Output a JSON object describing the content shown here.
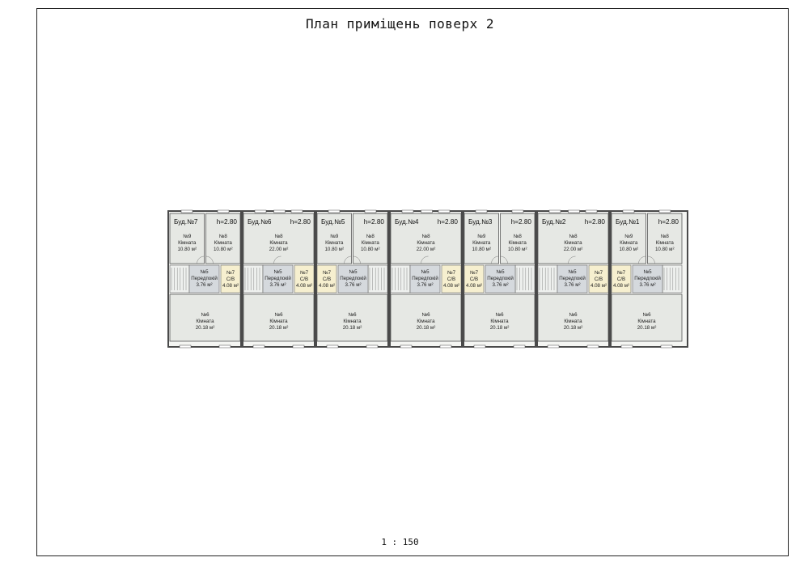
{
  "title": "План приміщень поверх 2",
  "scale": "1 : 150",
  "room_kind": "Кімната",
  "corridor_kind": "Передпокій",
  "bath_kind": "С/В",
  "colors": {
    "room": "#e6e8e4",
    "bath": "#f6efcf",
    "corridor": "#d5d9dd",
    "wall": "#4a4a4a"
  },
  "buildings": [
    {
      "id": "Буд.№7",
      "h": "h=2.80",
      "layout": "A",
      "top": [
        {
          "no": "№9",
          "kind": "Кімната",
          "area": "10.80 м²"
        },
        {
          "no": "№8",
          "kind": "Кімната",
          "area": "10.80 м²"
        }
      ],
      "corridor": {
        "no": "№5",
        "kind": "Передпокій",
        "area": "3.76 м²"
      },
      "bath": {
        "no": "№7",
        "kind": "С/В",
        "area": "4.08 м²"
      },
      "bottom": {
        "no": "№6",
        "kind": "Кімната",
        "area": "20.18 м²"
      }
    },
    {
      "id": "Буд.№6",
      "h": "h=2.80",
      "layout": "A",
      "top": [
        {
          "no": "№8",
          "kind": "Кімната",
          "area": "22.00 м²"
        }
      ],
      "corridor": {
        "no": "№5",
        "kind": "Передпокій",
        "area": "3.76 м²"
      },
      "bath": {
        "no": "№7",
        "kind": "С/В",
        "area": "4.08 м²"
      },
      "bottom": {
        "no": "№6",
        "kind": "Кімната",
        "area": "20.18 м²"
      }
    },
    {
      "id": "Буд.№5",
      "h": "h=2.80",
      "layout": "B",
      "top": [
        {
          "no": "№9",
          "kind": "Кімната",
          "area": "10.80 м²"
        },
        {
          "no": "№8",
          "kind": "Кімната",
          "area": "10.80 м²"
        }
      ],
      "corridor": {
        "no": "№5",
        "kind": "Передпокій",
        "area": "3.76 м²"
      },
      "bath": {
        "no": "№7",
        "kind": "С/В",
        "area": "4.08 м²"
      },
      "bottom": {
        "no": "№6",
        "kind": "Кімната",
        "area": "20.18 м²"
      }
    },
    {
      "id": "Буд.№4",
      "h": "h=2.80",
      "layout": "A",
      "top": [
        {
          "no": "№8",
          "kind": "Кімната",
          "area": "22.00 м²"
        }
      ],
      "corridor": {
        "no": "№5",
        "kind": "Передпокій",
        "area": "3.76 м²"
      },
      "bath": {
        "no": "№7",
        "kind": "С/В",
        "area": "4.08 м²"
      },
      "bottom": {
        "no": "№6",
        "kind": "Кімната",
        "area": "20.18 м²"
      }
    },
    {
      "id": "Буд.№3",
      "h": "h=2.80",
      "layout": "B",
      "top": [
        {
          "no": "№9",
          "kind": "Кімната",
          "area": "10.80 м²"
        },
        {
          "no": "№8",
          "kind": "Кімната",
          "area": "10.80 м²"
        }
      ],
      "corridor": {
        "no": "№5",
        "kind": "Передпокій",
        "area": "3.76 м²"
      },
      "bath": {
        "no": "№7",
        "kind": "С/В",
        "area": "4.08 м²"
      },
      "bottom": {
        "no": "№6",
        "kind": "Кімната",
        "area": "20.18 м²"
      }
    },
    {
      "id": "Буд.№2",
      "h": "h=2.80",
      "layout": "A",
      "top": [
        {
          "no": "№8",
          "kind": "Кімната",
          "area": "22.00 м²"
        }
      ],
      "corridor": {
        "no": "№5",
        "kind": "Передпокій",
        "area": "3.76 м²"
      },
      "bath": {
        "no": "№7",
        "kind": "С/В",
        "area": "4.08 м²"
      },
      "bottom": {
        "no": "№6",
        "kind": "Кімната",
        "area": "20.18 м²"
      }
    },
    {
      "id": "Буд.№1",
      "h": "h=2.80",
      "layout": "B",
      "top": [
        {
          "no": "№9",
          "kind": "Кімната",
          "area": "10.80 м²"
        },
        {
          "no": "№8",
          "kind": "Кімната",
          "area": "10.80 м²"
        }
      ],
      "corridor": {
        "no": "№5",
        "kind": "Передпокій",
        "area": "3.76 м²"
      },
      "bath": {
        "no": "№7",
        "kind": "С/В",
        "area": "4.08 м²"
      },
      "bottom": {
        "no": "№6",
        "kind": "Кімната",
        "area": "20.18 м²"
      }
    }
  ]
}
